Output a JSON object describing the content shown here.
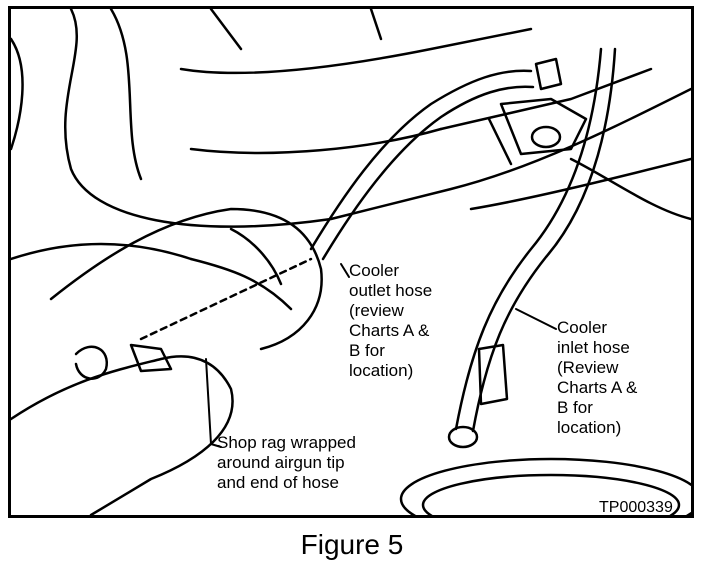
{
  "figure": {
    "caption": "Figure 5",
    "code": "TP000339"
  },
  "labels": {
    "outlet_hose": "Cooler\noutlet hose\n(review\nCharts A &\nB for\nlocation)",
    "inlet_hose": "Cooler\ninlet hose\n(Review\nCharts A &\nB for\nlocation)",
    "shop_rag": "Shop rag wrapped\naround airgun tip\nand end of hose"
  }
}
